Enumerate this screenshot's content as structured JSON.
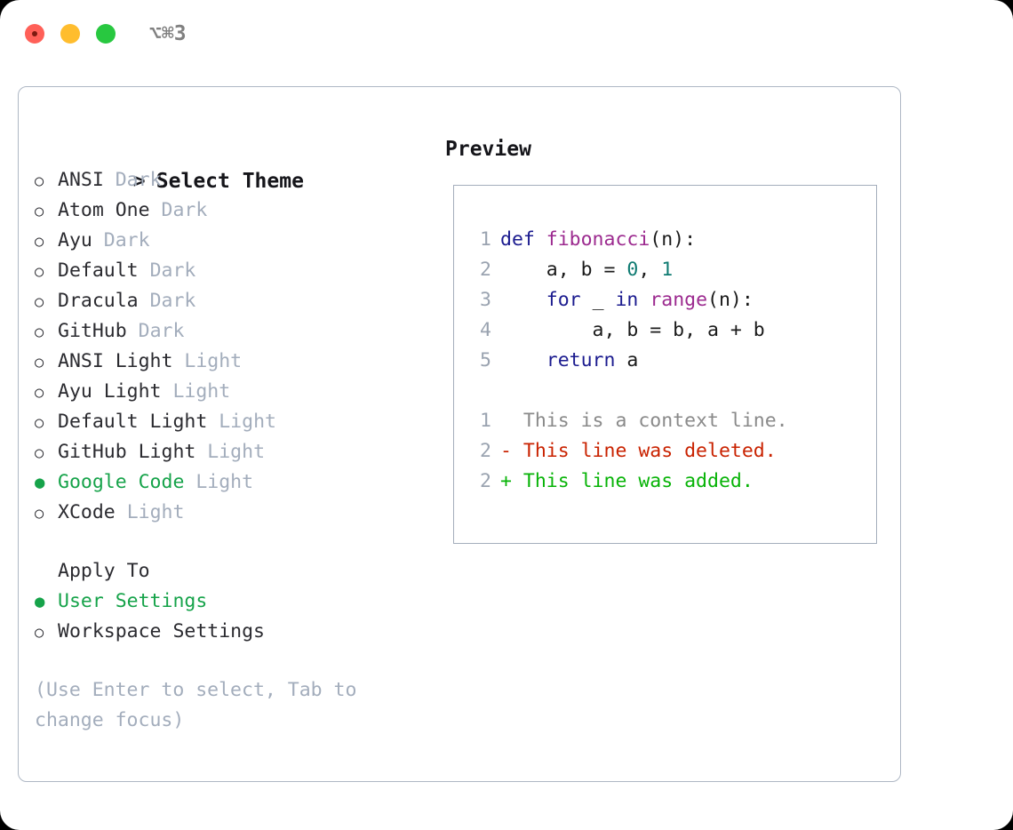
{
  "titlebar": {
    "shortcut": "⌥⌘3",
    "buttons": {
      "close": "close",
      "minimize": "minimize",
      "maximize": "maximize"
    }
  },
  "theme_list": {
    "header_marker": ">",
    "header": "Select Theme",
    "items": [
      {
        "marker": "○",
        "name": "ANSI",
        "tag": "Dark",
        "selected": false
      },
      {
        "marker": "○",
        "name": "Atom One",
        "tag": "Dark",
        "selected": false
      },
      {
        "marker": "○",
        "name": "Ayu",
        "tag": "Dark",
        "selected": false
      },
      {
        "marker": "○",
        "name": "Default",
        "tag": "Dark",
        "selected": false
      },
      {
        "marker": "○",
        "name": "Dracula",
        "tag": "Dark",
        "selected": false
      },
      {
        "marker": "○",
        "name": "GitHub",
        "tag": "Dark",
        "selected": false
      },
      {
        "marker": "○",
        "name": "ANSI Light",
        "tag": "Light",
        "selected": false
      },
      {
        "marker": "○",
        "name": "Ayu Light",
        "tag": "Light",
        "selected": false
      },
      {
        "marker": "○",
        "name": "Default Light",
        "tag": "Light",
        "selected": false
      },
      {
        "marker": "○",
        "name": "GitHub Light",
        "tag": "Light",
        "selected": false
      },
      {
        "marker": "●",
        "name": "Google Code",
        "tag": "Light",
        "selected": true
      },
      {
        "marker": "○",
        "name": "XCode",
        "tag": "Light",
        "selected": false
      }
    ]
  },
  "apply_to": {
    "header": "Apply To",
    "items": [
      {
        "marker": "●",
        "name": "User Settings",
        "selected": true
      },
      {
        "marker": "○",
        "name": "Workspace Settings",
        "selected": false
      }
    ]
  },
  "hint": "(Use Enter to select, Tab to change focus)",
  "preview": {
    "title": "Preview",
    "code_lines": [
      {
        "no": "1",
        "tokens": [
          {
            "t": "def ",
            "c": "kw"
          },
          {
            "t": "fibonacci",
            "c": "fn"
          },
          {
            "t": "(n):",
            "c": "plain"
          }
        ]
      },
      {
        "no": "2",
        "tokens": [
          {
            "t": "    a, b = ",
            "c": "plain"
          },
          {
            "t": "0",
            "c": "num"
          },
          {
            "t": ", ",
            "c": "plain"
          },
          {
            "t": "1",
            "c": "num"
          }
        ]
      },
      {
        "no": "3",
        "tokens": [
          {
            "t": "    ",
            "c": "plain"
          },
          {
            "t": "for",
            "c": "kw"
          },
          {
            "t": " _ ",
            "c": "plain"
          },
          {
            "t": "in",
            "c": "kw"
          },
          {
            "t": " ",
            "c": "plain"
          },
          {
            "t": "range",
            "c": "fn"
          },
          {
            "t": "(n):",
            "c": "plain"
          }
        ]
      },
      {
        "no": "4",
        "tokens": [
          {
            "t": "        a, b = b, a + b",
            "c": "plain"
          }
        ]
      },
      {
        "no": "5",
        "tokens": [
          {
            "t": "    ",
            "c": "plain"
          },
          {
            "t": "return",
            "c": "kw"
          },
          {
            "t": " a",
            "c": "plain"
          }
        ]
      }
    ],
    "diff_lines": [
      {
        "no": "1",
        "sign": " ",
        "text": " This is a context line.",
        "kind": "ctx"
      },
      {
        "no": "2",
        "sign": "-",
        "text": " This line was deleted.",
        "kind": "del"
      },
      {
        "no": "2",
        "sign": "+",
        "text": " This line was added.",
        "kind": "add"
      }
    ]
  },
  "colors": {
    "accent_green": "#16a34a",
    "tag_gray": "#a3adbc",
    "keyword_blue": "#1b1b8f",
    "function_magenta": "#9c2a8f",
    "number_teal": "#0f7b72",
    "diff_delete_red": "#c92200",
    "diff_add_green": "#07b307",
    "border_gray": "#aeb7c4"
  }
}
